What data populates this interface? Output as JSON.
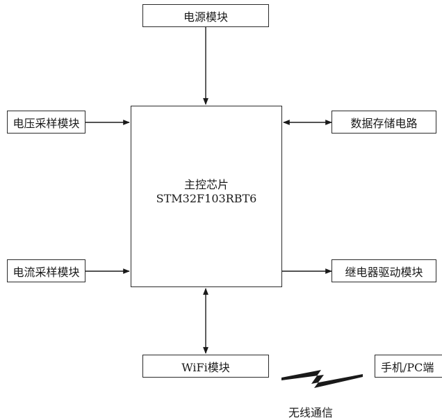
{
  "blocks": {
    "power": "电源模块",
    "voltage_sampling": "电压采样模块",
    "current_sampling": "电流采样模块",
    "storage": "数据存储电路",
    "relay_driver": "继电器驱动模块",
    "wifi": "WiFi模块",
    "phone_pc": "手机/PC端"
  },
  "core": {
    "title": "主控芯片",
    "chip": "STM32F103RBT6"
  },
  "wireless_label": "无线通信"
}
